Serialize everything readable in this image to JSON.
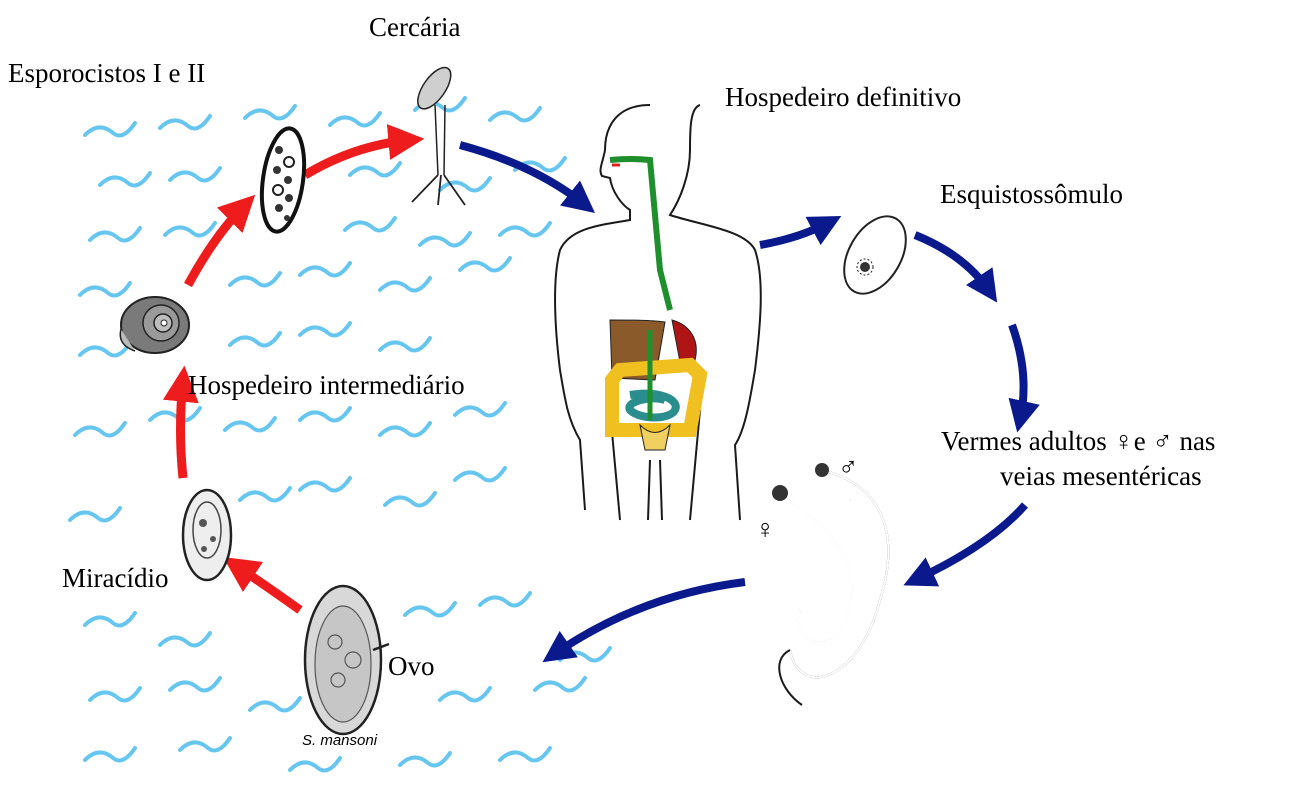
{
  "labels": {
    "cercaria": "Cercária",
    "esporocistos": "Esporocistos I e II",
    "hospedeiro_definitivo": "Hospedeiro definitivo",
    "esquistossomulo": "Esquistossômulo",
    "hospedeiro_intermediario": "Hospedeiro intermediário",
    "vermes_line1": "Vermes adultos ♀e ♂ nas",
    "vermes_line2": "veias mesentéricas",
    "miracidio": "Miracídio",
    "ovo": "Ovo",
    "species": "S. mansoni",
    "female_symbol": "♀",
    "male_symbol": "♂"
  },
  "colors": {
    "water": "#66c6f0",
    "arrow_red": "#ee1c1c",
    "arrow_blue": "#0a1a8c"
  }
}
